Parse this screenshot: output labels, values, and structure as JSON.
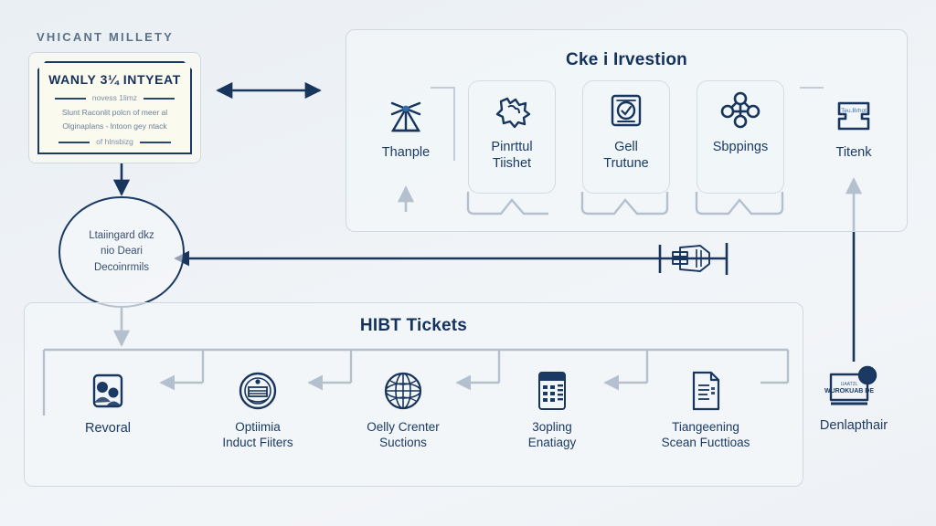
{
  "meta": {
    "accent": "#1b3a63",
    "panel_bg": "#f3f7fa",
    "page_bg": "#eef2f6",
    "muted": "#6a7f96"
  },
  "left_section": {
    "label": "VHICANT MILLETY",
    "note": {
      "title": "WANLY 3¼ INTYEAT",
      "rule_top": "novess 1limz",
      "lines": [
        "Slunt Raconlit polcn of  meer al",
        "Olginaplans - lntoon gey ntack"
      ],
      "rule_bottom": "of hlnsbizg"
    }
  },
  "circle_node": {
    "lines": [
      "Ltaiingard dkz",
      "nio Deari",
      "Decoinrmils"
    ]
  },
  "top_panel": {
    "title": "Cke i Irvestion",
    "items": [
      {
        "label": "Thanple",
        "icon": "antenna-dish-icon",
        "carded": false
      },
      {
        "label": "Pinrttul\nTiishet",
        "icon": "puzzle-cloud-icon",
        "carded": true
      },
      {
        "label": "Gell\nTrutune",
        "icon": "clock-screen-icon",
        "carded": true
      },
      {
        "label": "Sbppings",
        "icon": "network-hub-icon",
        "carded": true
      },
      {
        "label": "Titenk",
        "icon": "chip-module-icon",
        "carded": false,
        "icon_text": "Teu.Brhot"
      }
    ]
  },
  "bottom_panel": {
    "title": "HIBT Tickets",
    "items": [
      {
        "label": "Revoral",
        "icon": "people-card-icon"
      },
      {
        "label": "Optiimia\nInduct Fiiters",
        "icon": "gauge-circle-icon"
      },
      {
        "label": "Oelly Crenter\nSuctions",
        "icon": "globe-grid-icon"
      },
      {
        "label": "3opling\nEnatiagy",
        "icon": "form-list-icon"
      },
      {
        "label": "Tiangeening\nScean Fucttioas",
        "icon": "document-page-icon"
      }
    ]
  },
  "right_node": {
    "label": "Denlapthair",
    "icon": "monitor-record-icon",
    "icon_text_top": "UAAT2L",
    "icon_text_main": "WUROKUAB DE"
  },
  "mid_connector": {
    "icon": "server-node-icon"
  }
}
